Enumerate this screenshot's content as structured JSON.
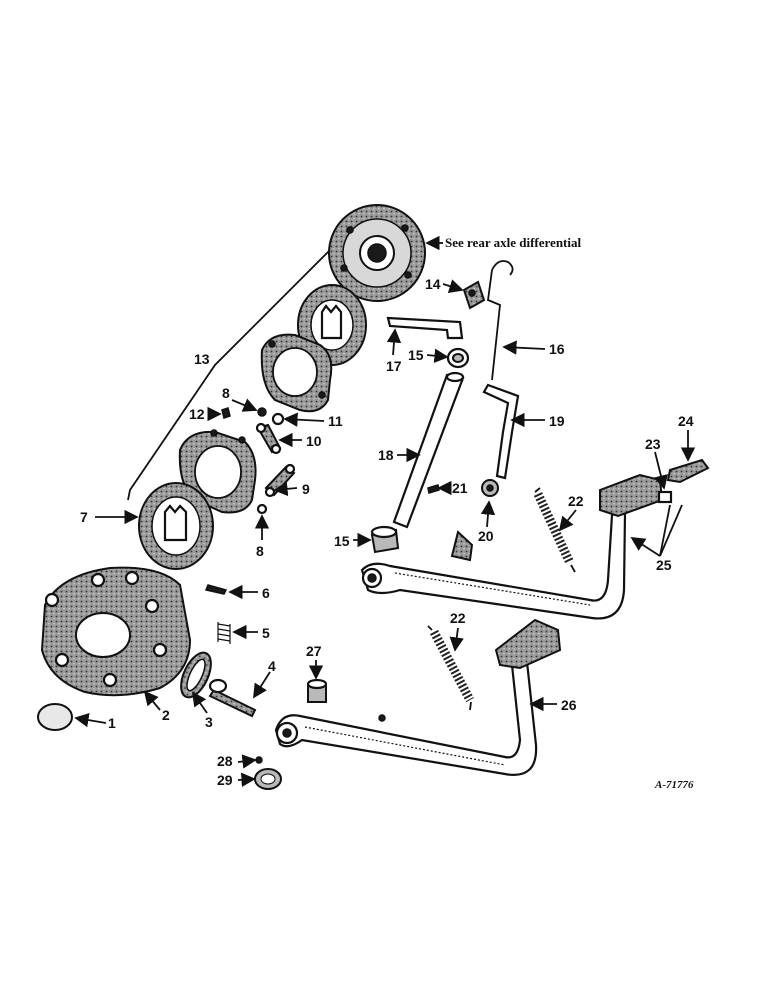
{
  "note": "See rear axle differential",
  "drawing_ref": "A-71776",
  "labels": {
    "l1": "1",
    "l2": "2",
    "l3": "3",
    "l4": "4",
    "l5": "5",
    "l6": "6",
    "l7": "7",
    "l8a": "8",
    "l8b": "8",
    "l9": "9",
    "l10": "10",
    "l11": "11",
    "l12": "12",
    "l13": "13",
    "l14": "14",
    "l15a": "15",
    "l15b": "15",
    "l16": "16",
    "l17": "17",
    "l18": "18",
    "l19": "19",
    "l20": "20",
    "l21": "21",
    "l22a": "22",
    "l22b": "22",
    "l23": "23",
    "l24": "24",
    "l25": "25",
    "l26": "26",
    "l27": "27",
    "l28": "28",
    "l29": "29"
  }
}
